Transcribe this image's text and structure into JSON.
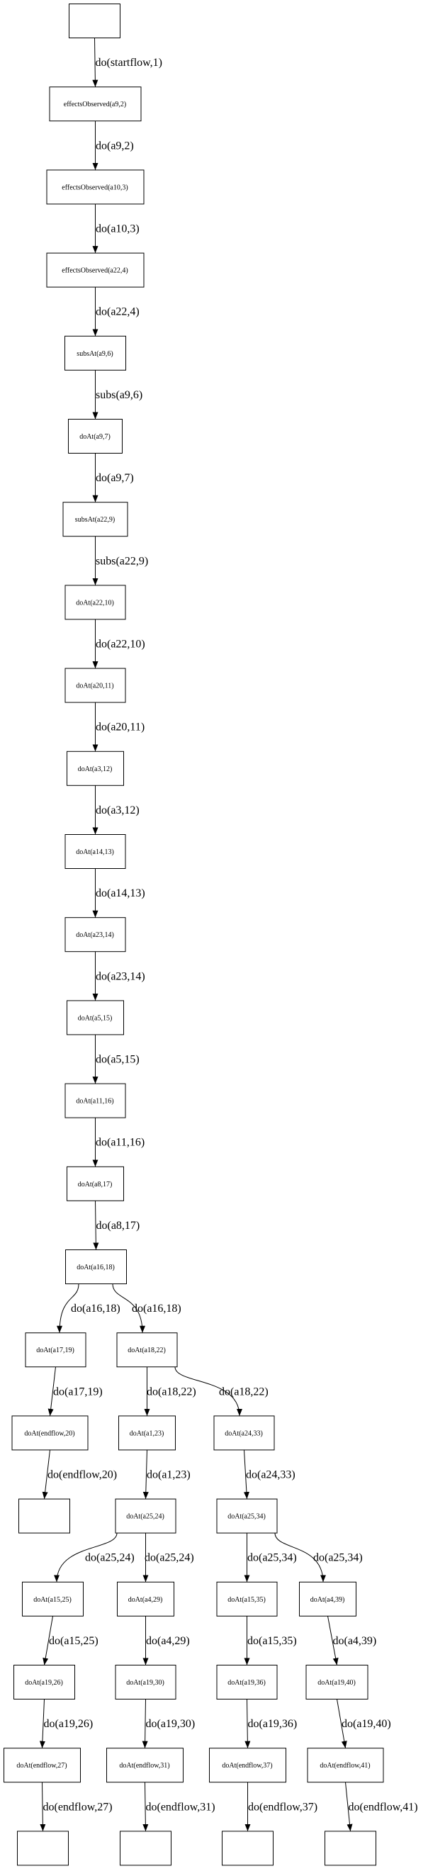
{
  "graph": {
    "nodes": [
      {
        "id": "n0",
        "label": ""
      },
      {
        "id": "n1",
        "label": "effectsObserved(a9,2)"
      },
      {
        "id": "n2",
        "label": "effectsObserved(a10,3)"
      },
      {
        "id": "n3",
        "label": "effectsObserved(a22,4)"
      },
      {
        "id": "n4",
        "label": "subsAt(a9,6)"
      },
      {
        "id": "n5",
        "label": "doAt(a9,7)"
      },
      {
        "id": "n6",
        "label": "subsAt(a22,9)"
      },
      {
        "id": "n7",
        "label": "doAt(a22,10)"
      },
      {
        "id": "n8",
        "label": "doAt(a20,11)"
      },
      {
        "id": "n9",
        "label": "doAt(a3,12)"
      },
      {
        "id": "n10",
        "label": "doAt(a14,13)"
      },
      {
        "id": "n11",
        "label": "doAt(a23,14)"
      },
      {
        "id": "n12",
        "label": "doAt(a5,15)"
      },
      {
        "id": "n13",
        "label": "doAt(a11,16)"
      },
      {
        "id": "n14",
        "label": "doAt(a8,17)"
      },
      {
        "id": "n15",
        "label": "doAt(a16,18)"
      },
      {
        "id": "n16",
        "label": "doAt(a17,19)"
      },
      {
        "id": "n17",
        "label": "doAt(a18,22)"
      },
      {
        "id": "n18",
        "label": "doAt(endflow,20)"
      },
      {
        "id": "n19",
        "label": "doAt(a1,23)"
      },
      {
        "id": "n20",
        "label": "doAt(a24,33)"
      },
      {
        "id": "n21",
        "label": ""
      },
      {
        "id": "n22",
        "label": "doAt(a25,24)"
      },
      {
        "id": "n23",
        "label": "doAt(a25,34)"
      },
      {
        "id": "n24",
        "label": "doAt(a15,25)"
      },
      {
        "id": "n25",
        "label": "doAt(a4,29)"
      },
      {
        "id": "n26",
        "label": "doAt(a15,35)"
      },
      {
        "id": "n27",
        "label": "doAt(a4,39)"
      },
      {
        "id": "n28",
        "label": "doAt(a19,26)"
      },
      {
        "id": "n29",
        "label": "doAt(a19,30)"
      },
      {
        "id": "n30",
        "label": "doAt(a19,36)"
      },
      {
        "id": "n31",
        "label": "doAt(a19,40)"
      },
      {
        "id": "n32",
        "label": "doAt(endflow,27)"
      },
      {
        "id": "n33",
        "label": "doAt(endflow,31)"
      },
      {
        "id": "n34",
        "label": "doAt(endflow,37)"
      },
      {
        "id": "n35",
        "label": "doAt(endflow,41)"
      },
      {
        "id": "n36",
        "label": ""
      },
      {
        "id": "n37",
        "label": ""
      },
      {
        "id": "n38",
        "label": ""
      },
      {
        "id": "n39",
        "label": ""
      }
    ],
    "edges": [
      {
        "from": "n0",
        "to": "n1",
        "label": "do(startflow,1)"
      },
      {
        "from": "n1",
        "to": "n2",
        "label": "do(a9,2)"
      },
      {
        "from": "n2",
        "to": "n3",
        "label": "do(a10,3)"
      },
      {
        "from": "n3",
        "to": "n4",
        "label": "do(a22,4)"
      },
      {
        "from": "n4",
        "to": "n5",
        "label": "subs(a9,6)"
      },
      {
        "from": "n5",
        "to": "n6",
        "label": "do(a9,7)"
      },
      {
        "from": "n6",
        "to": "n7",
        "label": "subs(a22,9)"
      },
      {
        "from": "n7",
        "to": "n8",
        "label": "do(a22,10)"
      },
      {
        "from": "n8",
        "to": "n9",
        "label": "do(a20,11)"
      },
      {
        "from": "n9",
        "to": "n10",
        "label": "do(a3,12)"
      },
      {
        "from": "n10",
        "to": "n11",
        "label": "do(a14,13)"
      },
      {
        "from": "n11",
        "to": "n12",
        "label": "do(a23,14)"
      },
      {
        "from": "n12",
        "to": "n13",
        "label": "do(a5,15)"
      },
      {
        "from": "n13",
        "to": "n14",
        "label": "do(a11,16)"
      },
      {
        "from": "n14",
        "to": "n15",
        "label": "do(a8,17)"
      },
      {
        "from": "n15",
        "to": "n16",
        "label": "do(a16,18)"
      },
      {
        "from": "n15",
        "to": "n17",
        "label": "do(a16,18)"
      },
      {
        "from": "n16",
        "to": "n18",
        "label": "do(a17,19)"
      },
      {
        "from": "n17",
        "to": "n19",
        "label": "do(a18,22)"
      },
      {
        "from": "n17",
        "to": "n20",
        "label": "do(a18,22)"
      },
      {
        "from": "n18",
        "to": "n21",
        "label": "do(endflow,20)"
      },
      {
        "from": "n19",
        "to": "n22",
        "label": "do(a1,23)"
      },
      {
        "from": "n20",
        "to": "n23",
        "label": "do(a24,33)"
      },
      {
        "from": "n22",
        "to": "n24",
        "label": "do(a25,24)"
      },
      {
        "from": "n22",
        "to": "n25",
        "label": "do(a25,24)"
      },
      {
        "from": "n23",
        "to": "n26",
        "label": "do(a25,34)"
      },
      {
        "from": "n23",
        "to": "n27",
        "label": "do(a25,34)"
      },
      {
        "from": "n24",
        "to": "n28",
        "label": "do(a15,25)"
      },
      {
        "from": "n25",
        "to": "n29",
        "label": "do(a4,29)"
      },
      {
        "from": "n26",
        "to": "n30",
        "label": "do(a15,35)"
      },
      {
        "from": "n27",
        "to": "n31",
        "label": "do(a4,39)"
      },
      {
        "from": "n28",
        "to": "n32",
        "label": "do(a19,26)"
      },
      {
        "from": "n29",
        "to": "n33",
        "label": "do(a19,30)"
      },
      {
        "from": "n30",
        "to": "n34",
        "label": "do(a19,36)"
      },
      {
        "from": "n31",
        "to": "n35",
        "label": "do(a19,40)"
      },
      {
        "from": "n32",
        "to": "n36",
        "label": "do(endflow,27)"
      },
      {
        "from": "n33",
        "to": "n37",
        "label": "do(endflow,31)"
      },
      {
        "from": "n34",
        "to": "n38",
        "label": "do(endflow,37)"
      },
      {
        "from": "n35",
        "to": "n39",
        "label": "do(endflow,41)"
      }
    ]
  }
}
